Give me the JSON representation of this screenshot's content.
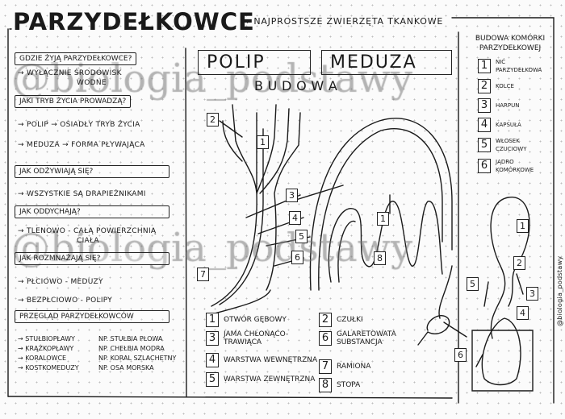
{
  "header": {
    "title": "PARZYDEŁKOWCE",
    "subtitle": "→ NAJPROSTSZE ZWIERZĘTA TKANKOWE"
  },
  "left": {
    "q1": "GDZIE ŻYJĄ PARZYDEŁKOWCE?",
    "a1": "→ WYŁĄCZNIE ŚRODOWISK",
    "a1b": "WODNE",
    "q2": "JAKI TRYB ŻYCIA PROWADZĄ?",
    "a2": "→ POLIP → OSIADŁY TRYB ŻYCIA",
    "a2b": "→ MEDUZA → FORMA PŁYWAJĄCA",
    "q3": "JAK ODŻYWIAJĄ SIĘ?",
    "a3": "→ WSZYSTKIE SĄ DRAPIEŻNIKAMI",
    "q4": "JAK ODDYCHAJĄ?",
    "a4": "→ TLENOWO - CAŁĄ POWIERZCHNIĄ",
    "a4b": "CIAŁA",
    "q5": "JAK ROZMNAŻAJĄ SIĘ?",
    "a5": "→ PŁCIOWO - MEDUZY",
    "a5b": "→ BEZPŁCIOWO - POLIPY",
    "q6": "PRZEGLĄD PARZYDEŁKOWCÓW",
    "review": [
      {
        "group": "→ STUŁBIOPŁAWY",
        "example": "NP. STUŁBIA PŁOWA"
      },
      {
        "group": "→ KRĄŻKOPŁAWY",
        "example": "NP. CHEŁBIA MODRA"
      },
      {
        "group": "→ KORALOWCE",
        "example": "NP. KORAL SZLACHETNY"
      },
      {
        "group": "→ KOSTKOMEDUZY",
        "example": "NP. OSA MORSKA"
      }
    ]
  },
  "center": {
    "polip": "POLIP",
    "meduza": "MEDUZA",
    "budowa": "B U D O W A",
    "legend": [
      {
        "n": "1",
        "label": "OTWÓR GĘBOWY"
      },
      {
        "n": "2",
        "label": "CZUŁKI"
      },
      {
        "n": "3",
        "label": "JAMA CHŁONĄCO-TRAWIĄCA"
      },
      {
        "n": "6",
        "label": "GALARETOWATA SUBSTANCJA"
      },
      {
        "n": "4",
        "label": "WARSTWA WEWNĘTRZNA"
      },
      {
        "n": "7",
        "label": "RAMIONA"
      },
      {
        "n": "5",
        "label": "WARSTWA ZEWNĘTRZNA"
      },
      {
        "n": "8",
        "label": "STOPA"
      }
    ],
    "marks": [
      "2",
      "1",
      "3",
      "4",
      "5",
      "6",
      "7",
      "1",
      "8"
    ]
  },
  "right": {
    "title": "BUDOWA KOMÓRKI PARZYDEŁKOWEJ",
    "legend": [
      {
        "n": "1",
        "label": "NIĆ PARZYDEŁKOWA"
      },
      {
        "n": "2",
        "label": "KOLCE"
      },
      {
        "n": "3",
        "label": "HARPUN"
      },
      {
        "n": "4",
        "label": "KAPSUŁA"
      },
      {
        "n": "5",
        "label": "WŁOSEK CZUCIOWY"
      },
      {
        "n": "6",
        "label": "JĄDRO KOMÓRKOWE"
      }
    ],
    "marks": [
      "1",
      "2",
      "3",
      "4",
      "5",
      "6"
    ]
  },
  "watermark": "@biologia_podstawy",
  "side_text": "@biologia_podstawy"
}
